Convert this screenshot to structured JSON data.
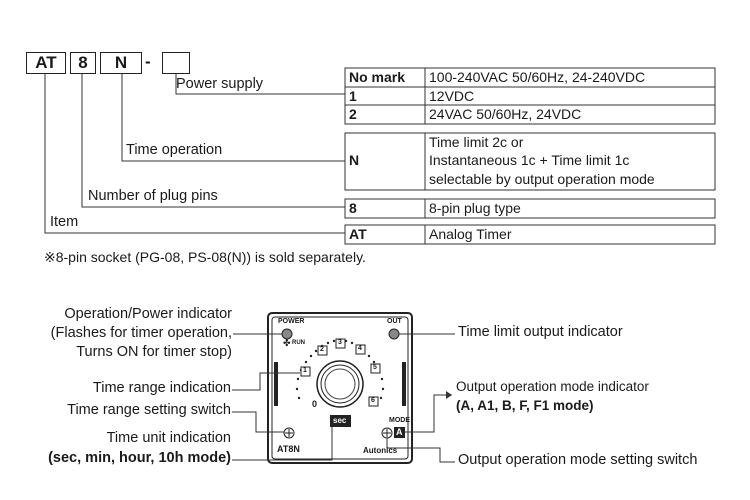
{
  "code": {
    "seg1": "AT",
    "seg2": "8",
    "seg3": "N",
    "dash": "-",
    "seg4": ""
  },
  "labels": {
    "power_supply": "Power supply",
    "time_operation": "Time operation",
    "plug_pins": "Number of plug pins",
    "item": "Item"
  },
  "table": {
    "power": [
      {
        "code": "No mark",
        "desc": "100-240VAC 50/60Hz, 24-240VDC"
      },
      {
        "code": "1",
        "desc": "12VDC"
      },
      {
        "code": "2",
        "desc": "24VAC 50/60Hz, 24VDC"
      }
    ],
    "time_op": {
      "code": "N",
      "desc1": "Time limit 2c or",
      "desc2": "Instantaneous 1c + Time limit 1c",
      "desc3": "selectable by output operation mode"
    },
    "pins": {
      "code": "8",
      "desc": "8-pin plug type"
    },
    "item": {
      "code": "AT",
      "desc": "Analog Timer"
    }
  },
  "note": "※8-pin socket (PG-08, PS-08(N)) is sold separately.",
  "diagram": {
    "left": {
      "op_power_1": "Operation/Power indicator",
      "op_power_2": "(Flashes for timer operation,",
      "op_power_3": "Turns ON for timer stop)",
      "time_range_ind": "Time range indication",
      "time_range_sw": "Time range setting switch",
      "time_unit_1": "Time unit indication",
      "time_unit_2": "(sec, min, hour, 10h mode)"
    },
    "right": {
      "time_limit_out": "Time limit output indicator",
      "out_mode_1": "Output operation mode indicator",
      "out_mode_2": "(A, A1, B, F, F1 mode)",
      "out_mode_sw": "Output operation mode setting switch"
    },
    "face": {
      "power": "POWER",
      "run": "RUN",
      "out": "OUT",
      "mode": "MODE",
      "mode_letter": "A",
      "sec": "sec",
      "model": "AT8N",
      "brand": "Autonics",
      "zero": "0",
      "ticks": [
        "1",
        "2",
        "3",
        "4",
        "5",
        "6"
      ]
    }
  }
}
